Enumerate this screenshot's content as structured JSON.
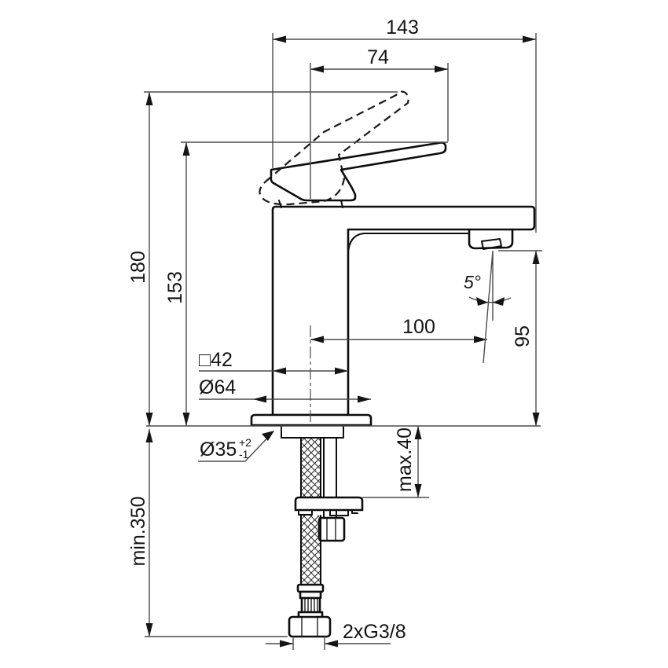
{
  "colors": {
    "background": "#ffffff",
    "object_line": "#0d0d0d",
    "dimension_line": "#4b4b4b",
    "text": "#151515"
  },
  "labels": {
    "dim_total_projection": "143",
    "dim_handle_projection": "74",
    "dim_height_handle_raised": "180",
    "dim_height_handle_down": "153",
    "dim_spout_reach": "100",
    "dim_spout_height": "95",
    "angle_spray": "5°",
    "dim_body_square": "□42",
    "dim_base_diameter": "Ø64",
    "dim_hole_diameter": "Ø35",
    "tol_plus": "+2",
    "tol_minus": "-1",
    "dim_max_deck_thickness": "max.40",
    "dim_min_clearance": "min.350",
    "dim_connection_thread": "2xG3/8"
  }
}
